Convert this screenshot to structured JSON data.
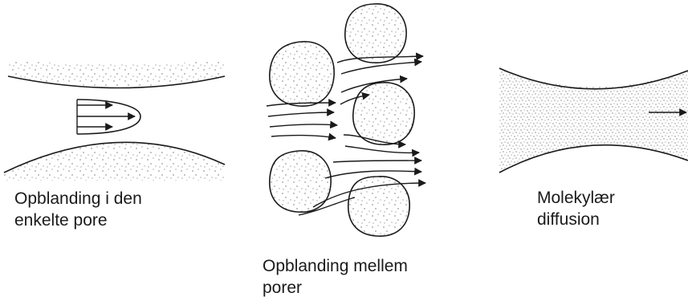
{
  "captions": {
    "left": {
      "line1": "Opblanding i den",
      "line2": "enkelte pore"
    },
    "middle": {
      "line1": "Opblanding mellem",
      "line2": "porer"
    },
    "right": {
      "line1": "Molekylær",
      "line2": "diffusion"
    }
  },
  "colors": {
    "ink": "#1a1a1a",
    "background": "#ffffff"
  }
}
